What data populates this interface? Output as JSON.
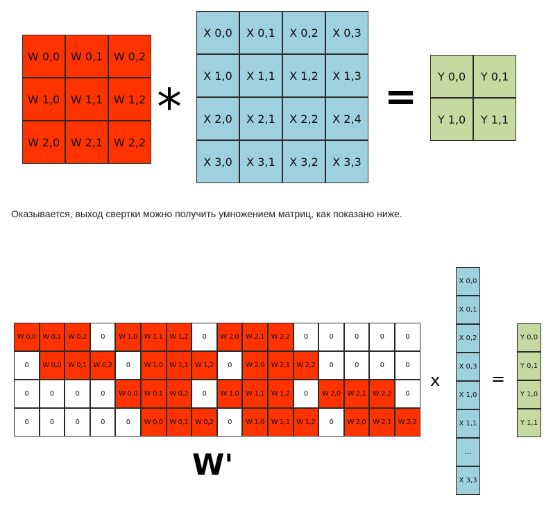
{
  "top": {
    "w_matrix": [
      [
        "W 0,0",
        "W 0,1",
        "W 0,2"
      ],
      [
        "W 1,0",
        "W 1,1",
        "W 1,2"
      ],
      [
        "W 2,0",
        "W 2,1",
        "W 2,2"
      ]
    ],
    "conv_operator": "*",
    "x_matrix": [
      [
        "X 0,0",
        "X 0,1",
        "X 0,2",
        "X 0,3"
      ],
      [
        "X 1,0",
        "X 1,1",
        "X 1,2",
        "X 1,3"
      ],
      [
        "X 2,0",
        "X 2,1",
        "X 2,2",
        "X 2,4"
      ],
      [
        "X 3,0",
        "X 3,1",
        "X 3,2",
        "X 3,3"
      ]
    ],
    "equals": "=",
    "y_matrix": [
      [
        "Y 0,0",
        "Y 0,1"
      ],
      [
        "Y 1,0",
        "Y 1,1"
      ]
    ]
  },
  "caption": "Оказывается, выход свертки можно получить умножением матриц, как показано ниже.",
  "bottom": {
    "w_prime_matrix": [
      [
        "W 0,0",
        "W 0,1",
        "W 0,2",
        "0",
        "W 1,0",
        "W 1,1",
        "W 1,2",
        "0",
        "W 2,0",
        "W 2,1",
        "W 2,2",
        "0",
        "0",
        "0",
        "0",
        "0"
      ],
      [
        "0",
        "W 0,0",
        "W 0,1",
        "W 0,2",
        "0",
        "W 1,0",
        "W 1,1",
        "W 1,2",
        "0",
        "W 2,0",
        "W 2,1",
        "W 2,2",
        "0",
        "0",
        "0",
        "0"
      ],
      [
        "0",
        "0",
        "0",
        "0",
        "W 0,0",
        "W 0,1",
        "W 0,2",
        "0",
        "W 1,0",
        "W 1,1",
        "W 1,2",
        "0",
        "W 2,0",
        "W 2,1",
        "W 2,2",
        "0"
      ],
      [
        "0",
        "0",
        "0",
        "0",
        "0",
        "W 0,0",
        "W 0,1",
        "W 0,2",
        "0",
        "W 1,0",
        "W 1,1",
        "W 1,2",
        "0",
        "W 2,0",
        "W 2,1",
        "W 2,2"
      ]
    ],
    "w_prime_label": "W'",
    "multiply_operator": "x",
    "x_vector": [
      "X 0,0",
      "X 0,1",
      "X 0,2",
      "X 0,3",
      "X 1,0",
      "X 1,1",
      "...",
      "X 3,3"
    ],
    "equals": "=",
    "y_vector": [
      "Y 0,0",
      "Y 0,1",
      "Y 1,0",
      "Y 1,1"
    ]
  },
  "colors": {
    "weight_red": "#ff3300",
    "input_blue": "#9fd0de",
    "output_green": "#c6d9a0",
    "zero_white": "#ffffff"
  }
}
